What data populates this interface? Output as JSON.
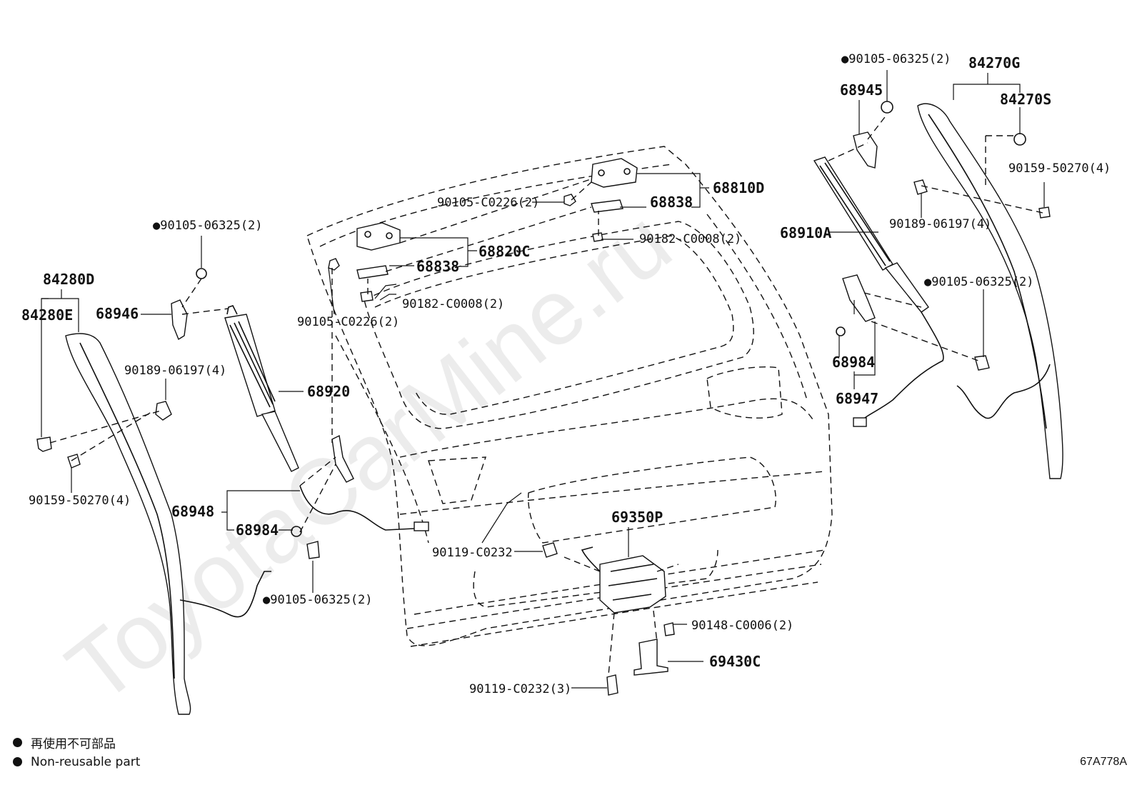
{
  "watermark": "ToyotaCarMine.ru",
  "labels": {
    "l_90105_06325_tr": "●90105-06325(2)",
    "l_84270G": "84270G",
    "l_68945": "68945",
    "l_84270S": "84270S",
    "l_90159_50270_r": "90159-50270(4)",
    "l_68810D": "68810D",
    "l_90105_C0226_top": "90105-C0226(2)",
    "l_68838_top": "68838",
    "l_90182_C0008_top": "90182-C0008(2)",
    "l_90189_06197_r": "90189-06197(4)",
    "l_68910A": "68910A",
    "l_90105_06325_l": "●90105-06325(2)",
    "l_84280D": "84280D",
    "l_84280E": "84280E",
    "l_68946": "68946",
    "l_68820C": "68820C",
    "l_68838_mid": "68838",
    "l_90182_C0008_mid": "90182-C0008(2)",
    "l_90105_C0226_mid": "90105-C0226(2)",
    "l_90105_06325_rm": "●90105-06325(2)",
    "l_68984_r": "68984",
    "l_68947": "68947",
    "l_90189_06197_l": "90189-06197(4)",
    "l_68920": "68920",
    "l_90159_50270_l": "90159-50270(4)",
    "l_68948": "68948",
    "l_68984_l": "68984",
    "l_69350P": "69350P",
    "l_90119_C0232": "90119-C0232",
    "l_90105_06325_bl": "●90105-06325(2)",
    "l_90148_C0006": "90148-C0006(2)",
    "l_69430C": "69430C",
    "l_90119_C0232_3": "90119-C0232(3)"
  },
  "legend": {
    "jp": "再使用不可部品",
    "en": "Non-reusable part"
  },
  "diagram_code": "67A778A"
}
